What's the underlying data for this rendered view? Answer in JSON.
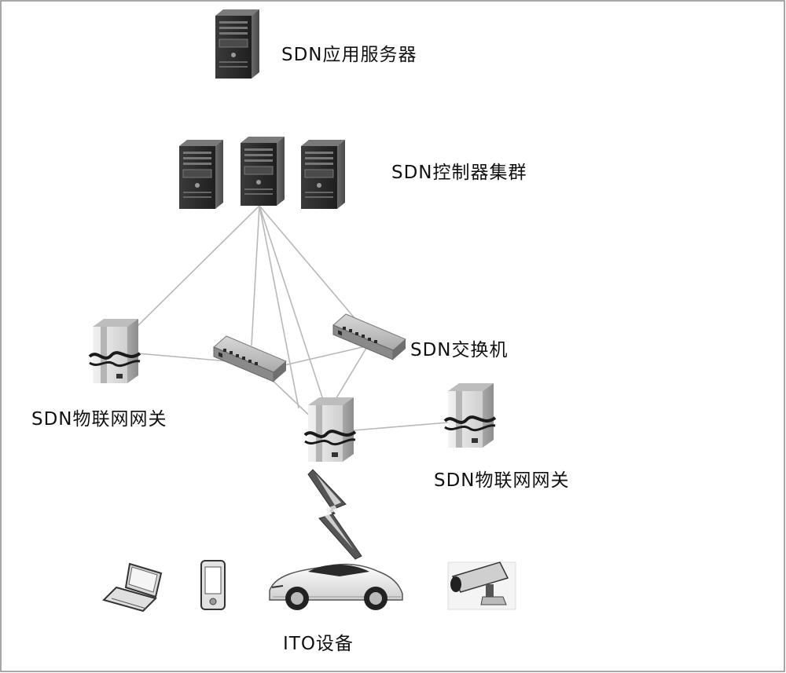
{
  "labels": {
    "app_server": "SDN应用服务器",
    "controller_cluster": "SDN控制器集群",
    "switch": "SDN交换机",
    "gateway_left": "SDN物联网网关",
    "gateway_right": "SDN物联网网关",
    "ito_devices": "ITO设备"
  },
  "colors": {
    "border": "#8a8a8a",
    "link_line": "#b8b8b8",
    "server_dark": "#2e2e2e",
    "server_mid": "#555555",
    "gateway_light": "#e6e6e6",
    "lightning": "#444444"
  },
  "icons": {
    "app_server": "server-tower-icon",
    "controllers": "server-tower-icon",
    "switches": "network-switch-icon",
    "gateways": "iot-gateway-icon",
    "devices": [
      "laptop-icon",
      "smartphone-icon",
      "car-icon",
      "security-camera-icon"
    ],
    "wireless": "lightning-bolt-icon"
  }
}
